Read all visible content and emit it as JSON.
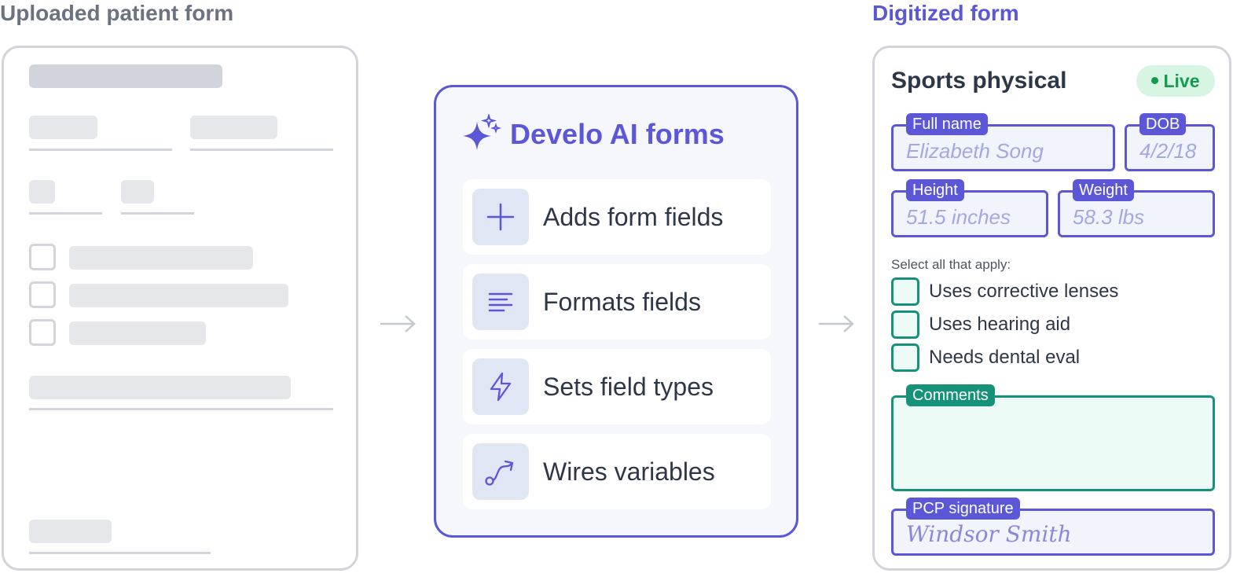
{
  "headings": {
    "uploaded": "Uploaded patient form",
    "digitized": "Digitized form"
  },
  "ai_panel": {
    "title": "Develo AI forms",
    "features": [
      {
        "label": "Adds form fields",
        "icon": "plus-icon"
      },
      {
        "label": "Formats fields",
        "icon": "text-align-icon"
      },
      {
        "label": "Sets field types",
        "icon": "lightning-icon"
      },
      {
        "label": "Wires variables",
        "icon": "connector-icon"
      }
    ]
  },
  "form": {
    "title": "Sports physical",
    "status": "Live",
    "fields": {
      "full_name": {
        "label": "Full name",
        "value": "Elizabeth Song"
      },
      "dob": {
        "label": "DOB",
        "value": "4/2/18"
      },
      "height": {
        "label": "Height",
        "value": "51.5 inches"
      },
      "weight": {
        "label": "Weight",
        "value": "58.3 lbs"
      }
    },
    "select_label": "Select all that apply:",
    "checkboxes": [
      "Uses corrective lenses",
      "Uses hearing aid",
      "Needs dental eval"
    ],
    "comments_label": "Comments",
    "signature": {
      "label": "PCP signature",
      "value": "Windsor Smith"
    }
  },
  "colors": {
    "accent": "#5b57d6",
    "green": "#16927a",
    "live": "#15994f",
    "skeleton": "#e5e7eb",
    "border": "#d1d5db"
  }
}
